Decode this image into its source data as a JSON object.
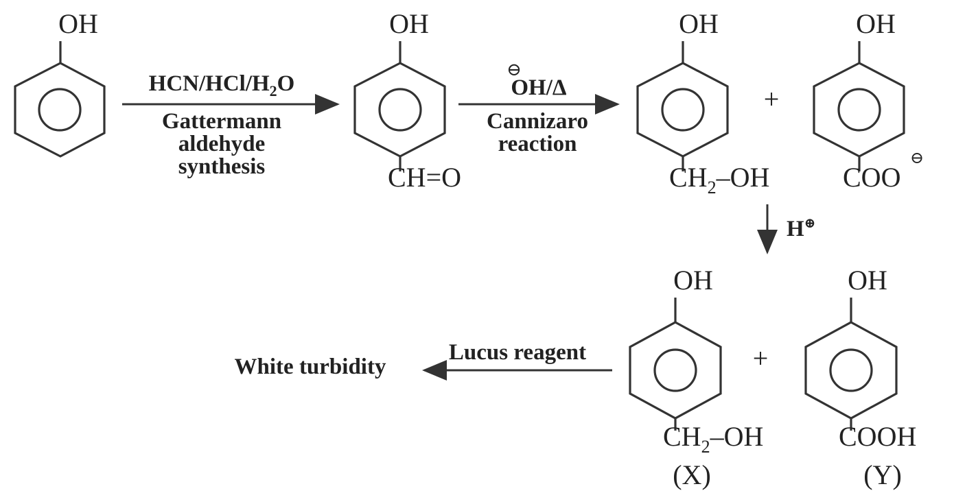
{
  "diagram": {
    "reactant_oh": "OH",
    "step1": {
      "reagent_above": "HCN/HCl/H",
      "reagent_sub": "2",
      "reagent_tail": "O",
      "below_line1": "Gattermann",
      "below_line2": "aldehyde",
      "below_line3": "synthesis"
    },
    "aldehyde": {
      "top": "OH",
      "bottom": "CH=O"
    },
    "step2": {
      "charge": "⊖",
      "reagent_above": "OH/Δ",
      "below_line1": "Cannizaro",
      "below_line2": "reaction"
    },
    "alcohol": {
      "top": "OH",
      "bottom_main": "CH",
      "bottom_sub": "2",
      "bottom_tail": "–OH"
    },
    "plus": "+",
    "carboxylate": {
      "top": "OH",
      "bottom": "COO",
      "charge": "⊖"
    },
    "step3": {
      "reagent": "H",
      "charge": "⊕"
    },
    "x_product": {
      "top": "OH",
      "bottom_main": "CH",
      "bottom_sub": "2",
      "bottom_tail": "–OH",
      "label": "(X)"
    },
    "y_product": {
      "top": "OH",
      "bottom": "COOH",
      "label": "(Y)"
    },
    "step4": {
      "reagent": "Lucus reagent",
      "result": "White turbidity"
    }
  }
}
